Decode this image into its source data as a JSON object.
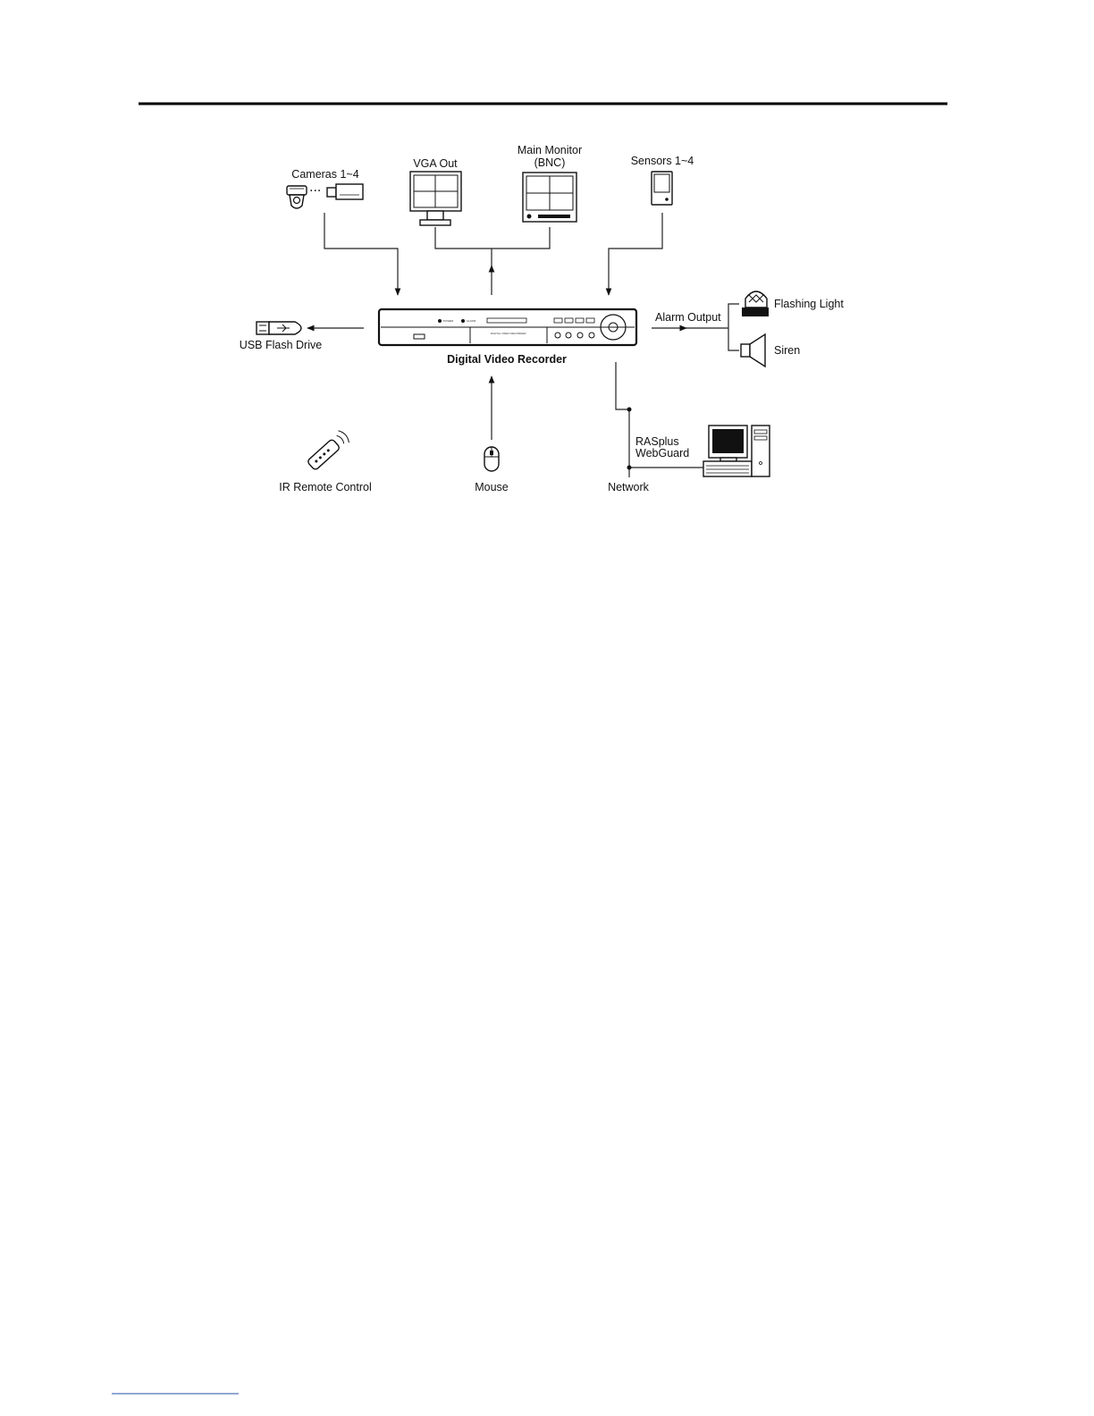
{
  "labels": {
    "cameras": "Cameras 1~4",
    "vga_out": "VGA Out",
    "main_monitor_line1": "Main Monitor",
    "main_monitor_line2": "(BNC)",
    "sensors": "Sensors 1~4",
    "usb_flash_drive": "USB Flash Drive",
    "dvr": "Digital Video Recorder",
    "alarm_output": "Alarm Output",
    "flashing_light": "Flashing Light",
    "siren": "Siren",
    "ir_remote": "IR Remote Control",
    "mouse": "Mouse",
    "network": "Network",
    "rasplus": "RASplus",
    "webguard": "WebGuard"
  }
}
